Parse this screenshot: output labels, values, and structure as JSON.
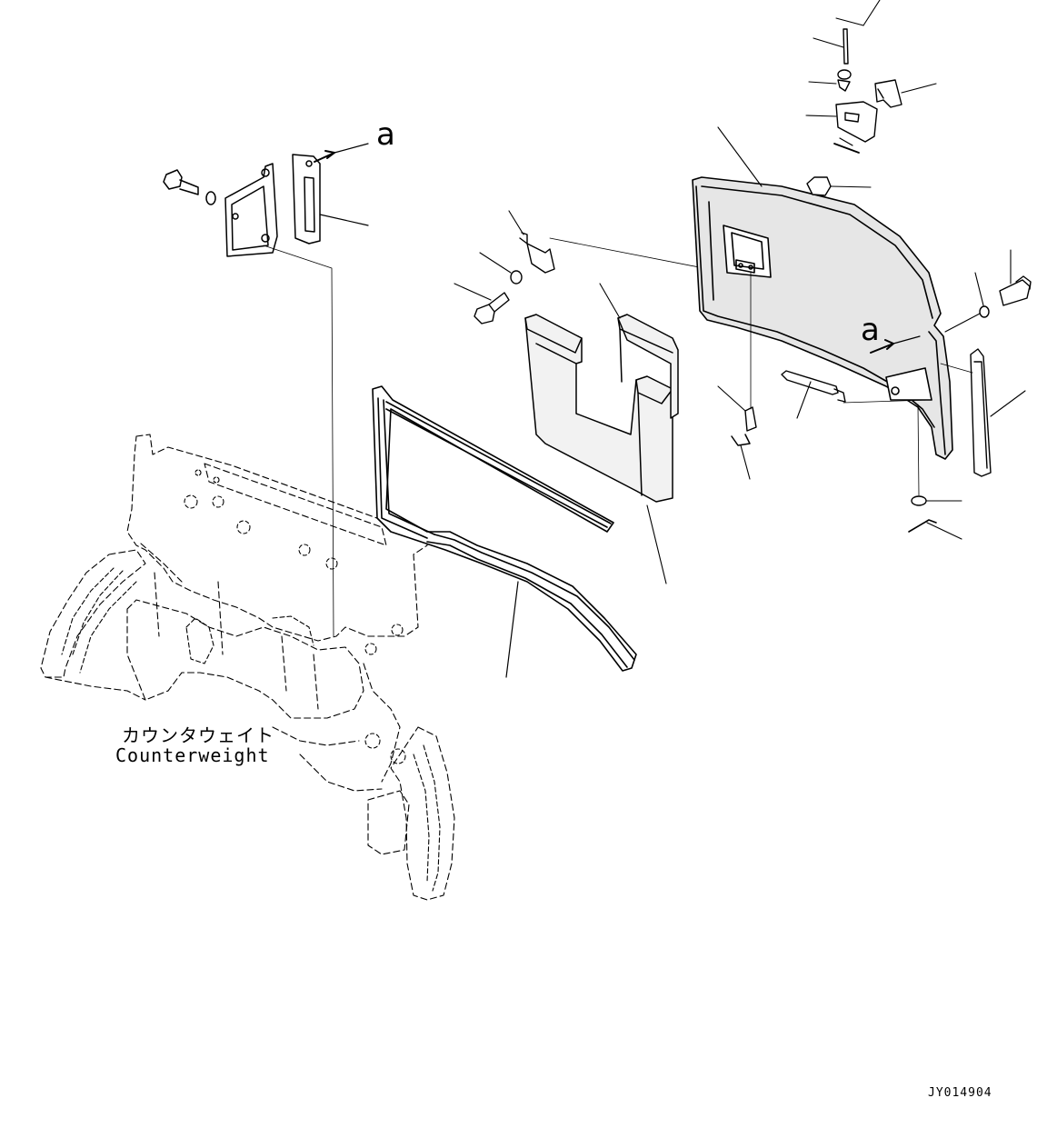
{
  "labels": {
    "counterweight_jp": "カウンタウェイト",
    "counterweight_en": "Counterweight",
    "view_a_top": "a",
    "view_a_right": "a",
    "figure_number": "JY014904"
  },
  "colors": {
    "ink": "#000000",
    "paper": "#ffffff",
    "panel_fill": "#e6e6e6",
    "pad_fill": "#f2f2f2"
  }
}
